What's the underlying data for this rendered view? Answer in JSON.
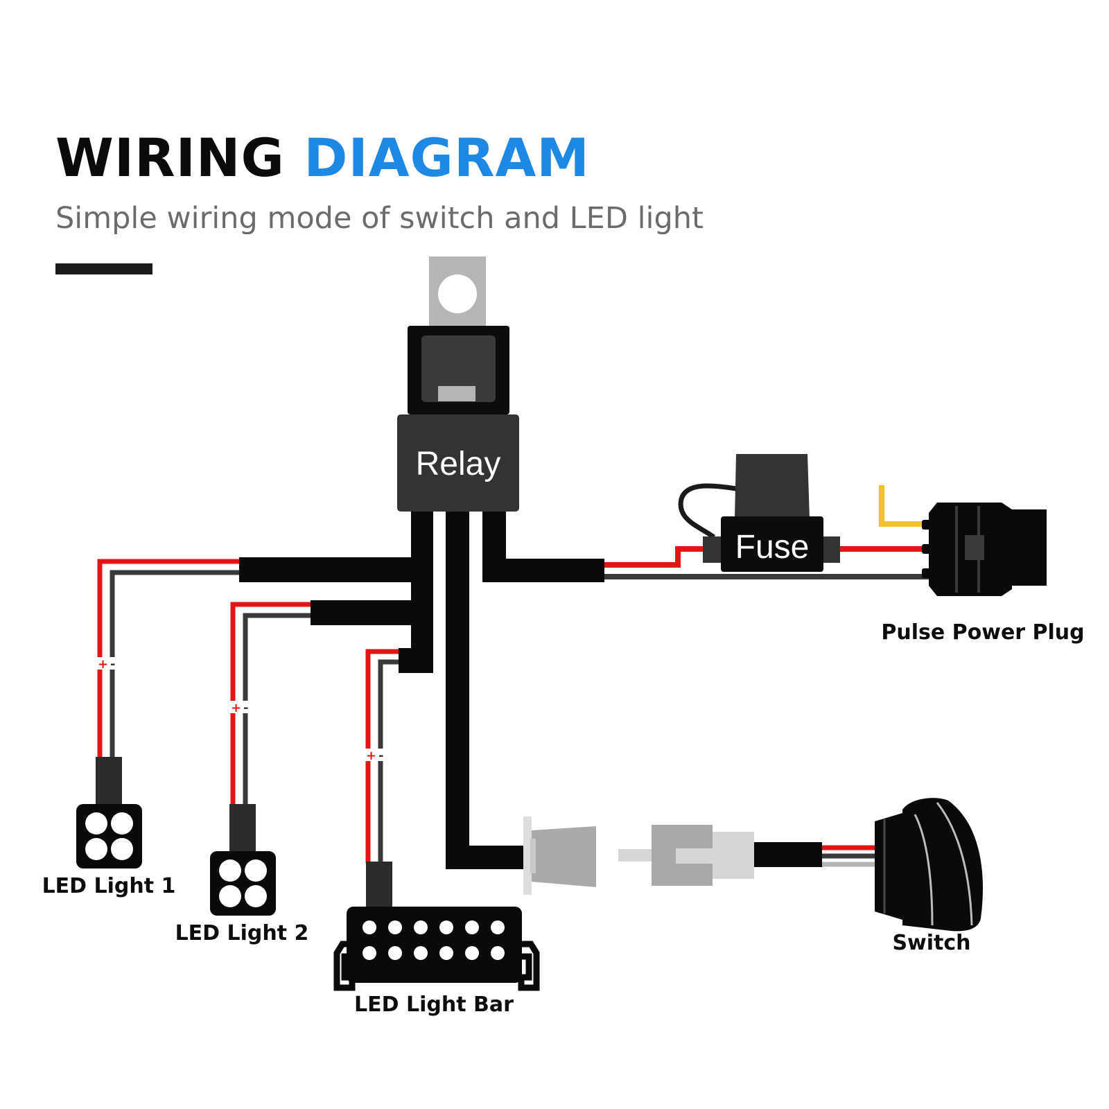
{
  "header": {
    "title_part1": "WIRING",
    "title_part2": "DIAGRAM",
    "subtitle": "Simple wiring mode of switch and LED light"
  },
  "components": {
    "relay": "Relay",
    "fuse": "Fuse",
    "pulse_power_plug": "Pulse Power Plug",
    "switch": "Switch",
    "led_light_1": "LED Light 1",
    "led_light_2": "LED Light 2",
    "led_light_bar": "LED Light Bar"
  },
  "polarity": {
    "plus": "+",
    "minus": "-"
  },
  "colors": {
    "accent_blue": "#1e88e5",
    "wire_red": "#e31414",
    "wire_dark": "#3a3a3a",
    "wire_yellow": "#f2c12e",
    "harness_black": "#0a0a0a",
    "connector_gray": "#b3b3b3"
  }
}
